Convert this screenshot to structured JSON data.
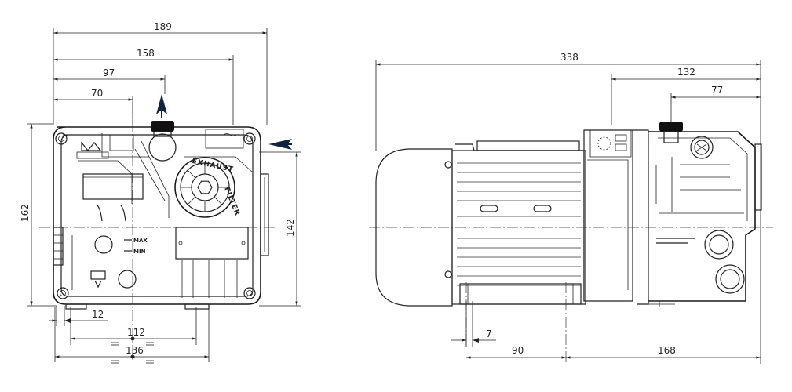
{
  "front_view": {
    "dims": {
      "d189": "189",
      "d158": "158",
      "d97": "97",
      "d70": "70",
      "d162": "162",
      "d142": "142",
      "d12": "12",
      "d112": "112",
      "d136": "136"
    },
    "labels": {
      "max": "MAX",
      "min": "MIN",
      "exhaust": "EXHAUST",
      "filter": "FILTER"
    }
  },
  "side_view": {
    "dims": {
      "d338": "338",
      "d132": "132",
      "d77": "77",
      "d7": "7",
      "d90": "90",
      "d168": "168"
    }
  }
}
